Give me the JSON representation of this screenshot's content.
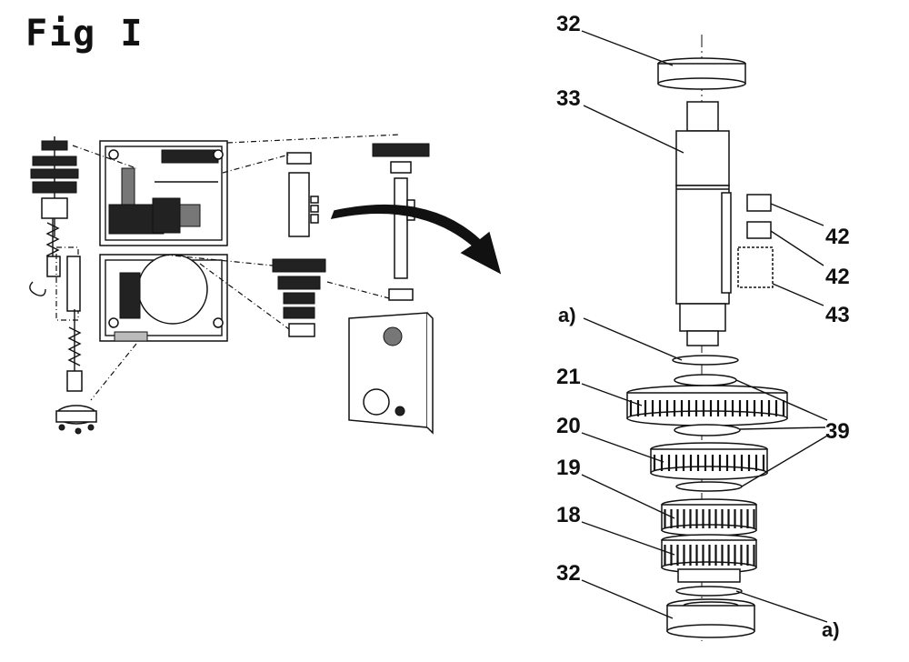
{
  "figure": {
    "title": "Fig I"
  },
  "callouts": {
    "c32_top": "32",
    "c33": "33",
    "c42_a": "42",
    "c42_b": "42",
    "c43": "43",
    "ca_top": "a)",
    "c21": "21",
    "c39": "39",
    "c20": "20",
    "c19": "19",
    "c18": "18",
    "c32_bottom": "32",
    "ca_bottom": "a)"
  }
}
